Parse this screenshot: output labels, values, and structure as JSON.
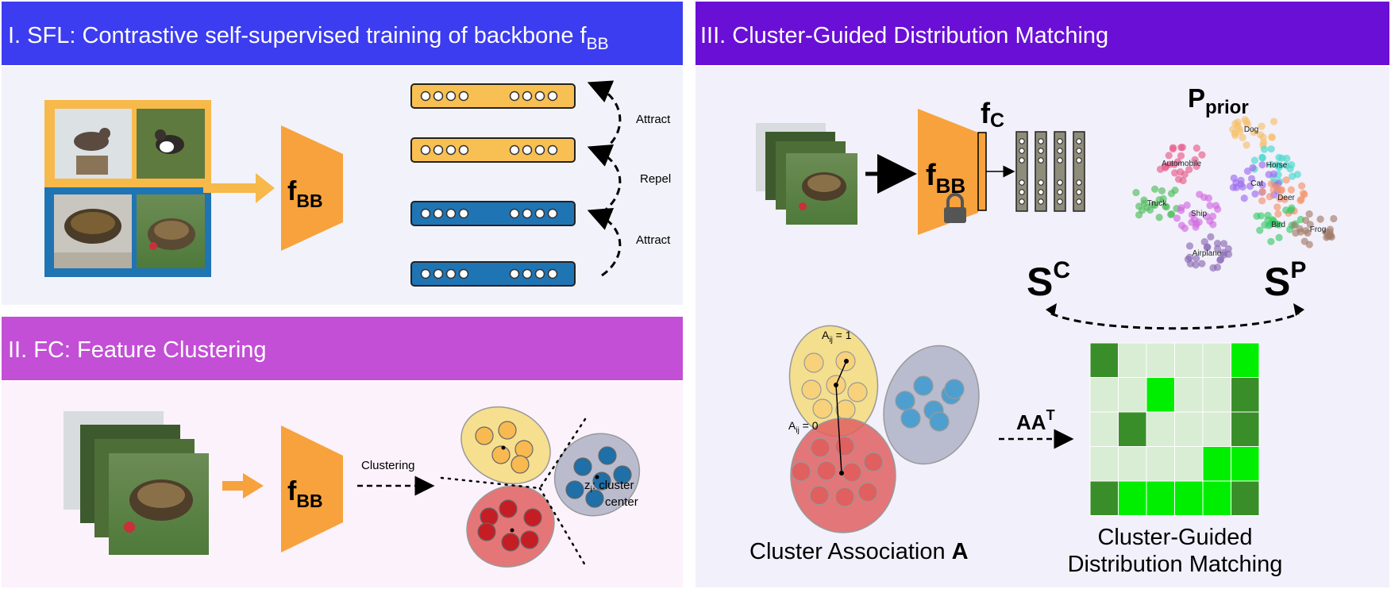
{
  "panels": {
    "sfl": {
      "title": "I. SFL: Contrastive self-supervised training of backbone f",
      "title_sub": "BB",
      "header_color": "#3c3cf0",
      "body_color": "#f2f2fa",
      "backbone_label": "f",
      "backbone_sub": "BB",
      "labels": [
        "Attract",
        "Repel",
        "Attract"
      ],
      "images": [
        "bird-image",
        "bird-image",
        "turtle-image",
        "turtle-image"
      ]
    },
    "fc": {
      "title": "II. FC: Feature Clustering",
      "header_color": "#c34fd6",
      "body_color": "#fbf2fb",
      "backbone_label": "f",
      "backbone_sub": "BB",
      "clustering_label": "Clustering",
      "center_label_main": "z",
      "center_label_sub": "i",
      "center_label_rest": ": cluster",
      "center_label_line2": "center"
    },
    "cgdm": {
      "title": "III. Cluster-Guided Distribution Matching",
      "header_color": "#6a0fd6",
      "body_color": "#f2f0fa",
      "backbone_label": "f",
      "backbone_sub": "BB",
      "fc_label": "f",
      "fc_sub": "C",
      "prior_label": "P",
      "prior_sub": "prior",
      "prior_classes": [
        "Dog",
        "Automobile",
        "Horse",
        "Cat",
        "Deer",
        "Truck",
        "Ship",
        "Bird",
        "Frog",
        "Airplane"
      ],
      "sc_label": "S",
      "sc_sup": "C",
      "sp_label": "S",
      "sp_sup": "P",
      "a_one_main": "A",
      "a_one_sub": "ij",
      "a_one_rest": " = 1",
      "a_zero_main": "A",
      "a_zero_sub": "ij",
      "a_zero_rest": " = 0",
      "aat_label": "AA",
      "aat_sup": "T",
      "cluster_caption": "Cluster Association ",
      "cluster_caption_bold": "A",
      "matrix_caption_line1": "Cluster-Guided",
      "matrix_caption_line2": "Distribution Matching"
    }
  },
  "colors": {
    "backbone_orange": "#f7a23c",
    "feature_orange": "#f8bf52",
    "feature_blue": "#1f74b4",
    "cluster_yellow": "#f5dc7a",
    "cluster_red": "#e06060",
    "cluster_gray": "#aeb3c6",
    "matrix_light": "#d9ecd4",
    "matrix_bright": "#00ee00",
    "matrix_dark": "#3a8e2a"
  }
}
